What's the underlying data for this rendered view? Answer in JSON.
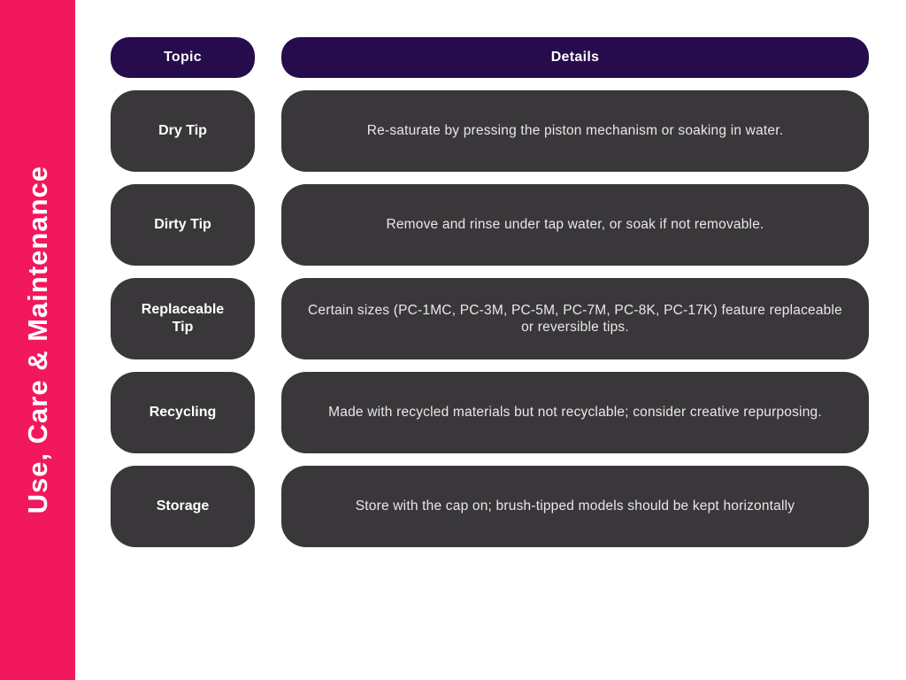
{
  "sidebar": {
    "title": "Use, Care & Maintenance"
  },
  "colors": {
    "accent_pink": "#F2185E",
    "header_purple": "#260B4D",
    "row_charcoal": "#3A373B",
    "background": "#FFFFFF",
    "topic_text": "#FFFFFF",
    "details_text": "#E9E7E9"
  },
  "table": {
    "headers": [
      {
        "label": "Topic"
      },
      {
        "label": "Details"
      }
    ],
    "rows": [
      {
        "topic": "Dry Tip",
        "details": "Re-saturate by pressing the piston mechanism or soaking in water."
      },
      {
        "topic": "Dirty Tip",
        "details": "Remove and rinse under tap water, or soak if not removable."
      },
      {
        "topic": "Replaceable Tip",
        "details": "Certain sizes (PC-1MC, PC-3M, PC-5M, PC-7M, PC-8K, PC-17K) feature replaceable or reversible tips."
      },
      {
        "topic": "Recycling",
        "details": "Made with recycled materials but not recyclable; consider creative repurposing."
      },
      {
        "topic": "Storage",
        "details": "Store with the cap on; brush-tipped models should be kept horizontally"
      }
    ]
  }
}
